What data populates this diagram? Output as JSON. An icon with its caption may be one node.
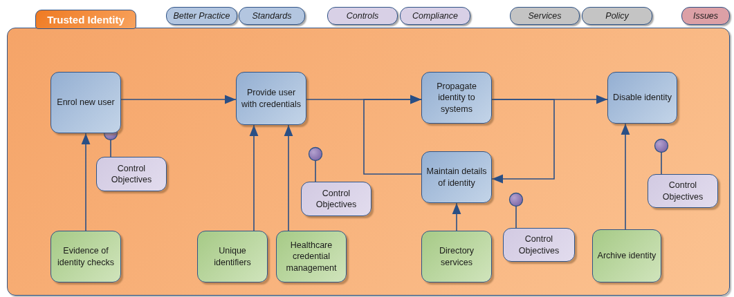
{
  "diagram": {
    "nodes": [
      {
        "text": [
          "Trusted Identity"
        ]
      },
      {
        "text": [
          "Enrol new user"
        ],
        "in": 0
      },
      {
        "text": [
          "Provide user with credentials"
        ],
        "in": 0
      },
      {
        "text": [
          "Propagate identity to systems"
        ],
        "in": 0
      },
      {
        "text": [
          "Disable identity"
        ],
        "in": 0
      },
      {
        "text": [
          "Maintain details of identity"
        ],
        "in": 0
      },
      {
        "text": [
          "Control Objectives"
        ],
        "in": 0
      },
      {
        "text": [
          "Control Objectives"
        ],
        "in": 0
      },
      {
        "text": [
          "Control Objectives"
        ],
        "in": 0
      },
      {
        "text": [
          "Control Objectives"
        ],
        "in": 0
      },
      {
        "text": [
          "Evidence of identity checks"
        ],
        "in": 0
      },
      {
        "text": [
          "Unique identifiers"
        ],
        "in": 0
      },
      {
        "text": [
          "Healthcare credential management"
        ],
        "in": 0
      },
      {
        "text": [
          "Directory services"
        ],
        "in": 0
      },
      {
        "text": [
          "Archive identity"
        ],
        "in": 0
      }
    ],
    "edges": [
      {
        "from": 1,
        "to": 2,
        "arrow": "to"
      },
      {
        "from": 2,
        "to": 3,
        "arrow": "to"
      },
      {
        "from": 5,
        "to": 3,
        "arrow": "to"
      },
      {
        "from": 3,
        "to": 4,
        "arrow": "to"
      },
      {
        "from": 3,
        "to": 5,
        "arrow": "to"
      },
      {
        "from": 10,
        "to": 1,
        "arrow": "to"
      },
      {
        "from": 11,
        "to": 2,
        "arrow": "to"
      },
      {
        "from": 12,
        "to": 2,
        "arrow": "to"
      },
      {
        "from": 13,
        "to": 5,
        "arrow": "to"
      },
      {
        "from": 14,
        "to": 4,
        "arrow": "to"
      },
      {
        "from": 6,
        "to": 1,
        "arrow": "other"
      },
      {
        "from": 7,
        "to": null,
        "arrow": "other"
      },
      {
        "from": 8,
        "to": null,
        "arrow": "other"
      },
      {
        "from": 9,
        "to": null,
        "arrow": "other"
      }
    ],
    "legend": [
      {
        "text": "Better Practice",
        "color": "#b3c6e0"
      },
      {
        "text": "Standards",
        "color": "#b3c6e0"
      },
      {
        "text": "Controls",
        "color": "#d8d0e6"
      },
      {
        "text": "Compliance",
        "color": "#d8d0e6"
      },
      {
        "text": "Services",
        "color": "#c4c4c4"
      },
      {
        "text": "Policy",
        "color": "#c4c4c4"
      },
      {
        "text": "Issues",
        "color": "#dca0a6"
      }
    ]
  }
}
